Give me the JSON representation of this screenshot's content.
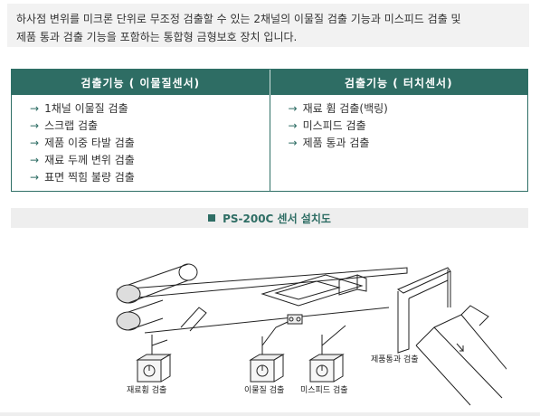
{
  "intro": {
    "line1": "하사점 변위를 미크론 단위로 무조정 검출할 수 있는 2채널의 이물질 검출 기능과 미스피드 검출 및",
    "line2": "제품 통과 검출 기능을 포함하는 통합형 금형보호 장치 입니다."
  },
  "functions": {
    "left_title": "검출기능 ( 이물질센서)",
    "right_title": "검출기능 ( 터치센서)",
    "left_items": [
      "1채널 이물질 검출",
      "스크랩 검출",
      "제품 이중 타발 검출",
      "재료 두께 변위 검출",
      "표면 찍힘 불량 검출"
    ],
    "right_items": [
      "재료 휨 검출(백링)",
      "미스피드 검출",
      "제품 통과 검출"
    ],
    "arrow": "→"
  },
  "section": {
    "title": "PS-200C 센서 설치도"
  },
  "diagram": {
    "label_material_bend": "재료휨 검출",
    "label_foreign": "이물질 검출",
    "label_misfeed": "미스피드 검출",
    "label_product_pass": "제품통과 검출"
  },
  "colors": {
    "accent": "#2e6d64",
    "panel": "#f2f2f2"
  }
}
